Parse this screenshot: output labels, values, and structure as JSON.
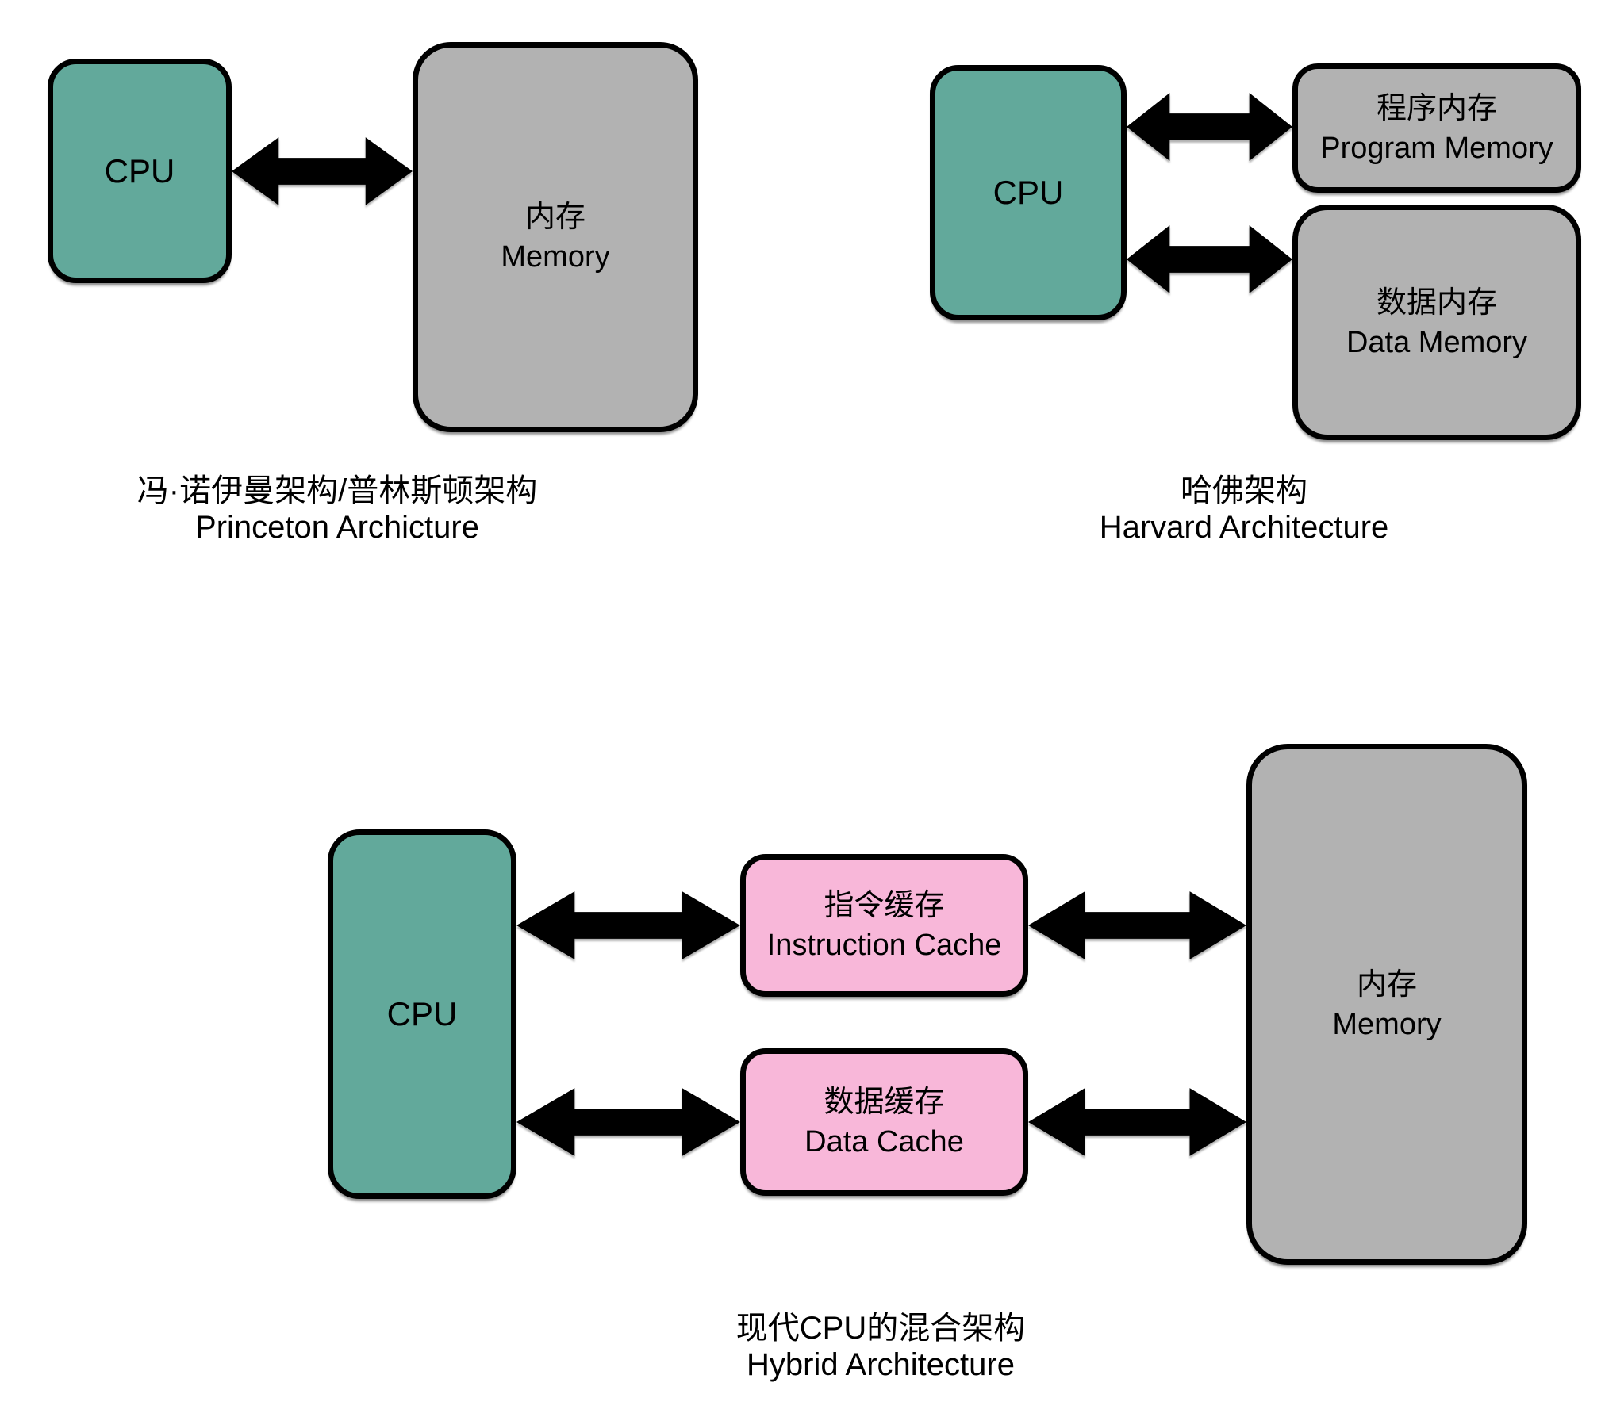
{
  "colors": {
    "cpu_fill": "#62A99B",
    "memory_fill": "#B2B2B2",
    "cache_fill": "#F8B7D9",
    "arrow_fill": "#000000",
    "border": "#000000",
    "background": "#FFFFFF"
  },
  "princeton": {
    "cpu_label": "CPU",
    "memory_label_zh": "内存",
    "memory_label_en": "Memory",
    "caption_zh": "冯·诺伊曼架构/普林斯顿架构",
    "caption_en": "Princeton Archicture"
  },
  "harvard": {
    "cpu_label": "CPU",
    "program_memory_zh": "程序内存",
    "program_memory_en": "Program Memory",
    "data_memory_zh": "数据内存",
    "data_memory_en": "Data Memory",
    "caption_zh": "哈佛架构",
    "caption_en": "Harvard Architecture"
  },
  "hybrid": {
    "cpu_label": "CPU",
    "instruction_cache_zh": "指令缓存",
    "instruction_cache_en": "Instruction Cache",
    "data_cache_zh": "数据缓存",
    "data_cache_en": "Data Cache",
    "memory_label_zh": "内存",
    "memory_label_en": "Memory",
    "caption_zh": "现代CPU的混合架构",
    "caption_en": "Hybrid Architecture"
  }
}
